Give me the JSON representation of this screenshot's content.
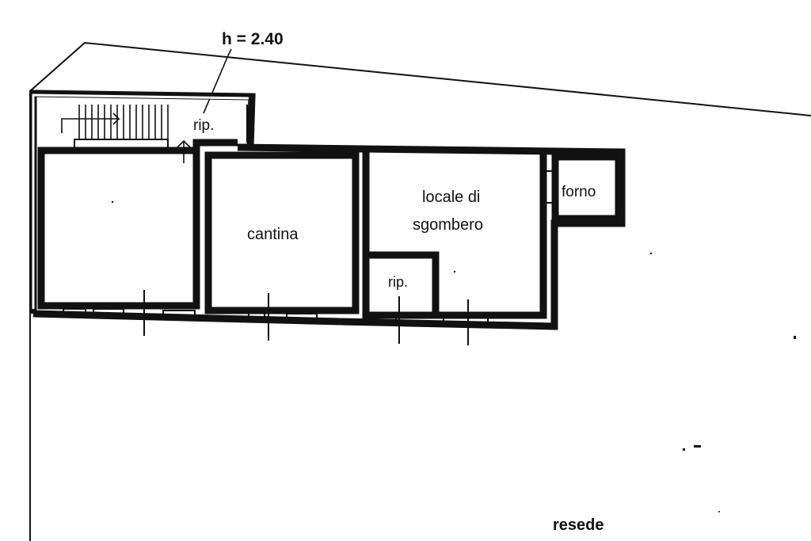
{
  "plan": {
    "height_note": "h = 2.40",
    "rooms": {
      "ripostiglio_top": "rip.",
      "cantina": "cantina",
      "locale_line1": "locale di",
      "locale_line2": "sgombero",
      "forno": "forno",
      "ripostiglio_small": "rip."
    },
    "outdoor": "resede"
  }
}
